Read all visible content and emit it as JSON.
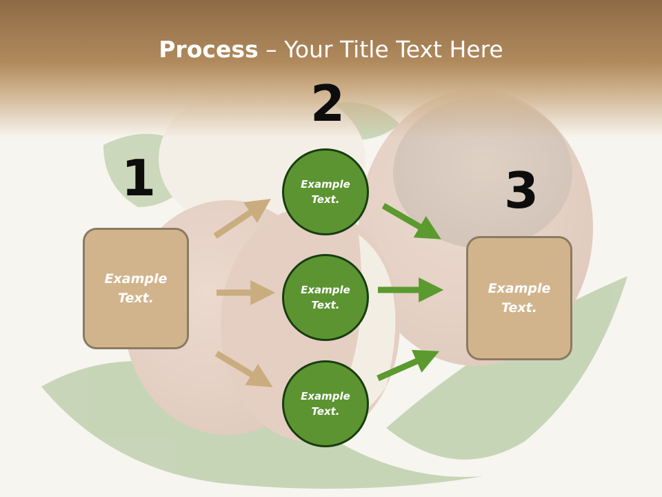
{
  "slide": {
    "title_bold": "Process",
    "title_rest": " – Your Title Text Here",
    "steps": [
      {
        "number": "1",
        "label": "Example\nText."
      },
      {
        "number": "2",
        "labels": [
          "Example\nText.",
          "Example\nText.",
          "Example\nText."
        ]
      },
      {
        "number": "3",
        "label": "Example\nText."
      }
    ]
  },
  "colors": {
    "header": "#a07b50",
    "box_fill": "#d2b48c",
    "box_border": "#8a7a62",
    "circle_fill": "#5c9432",
    "circle_border": "#173d10",
    "arrow_tan": "#c9ad7e",
    "arrow_green": "#5a9a2e"
  }
}
